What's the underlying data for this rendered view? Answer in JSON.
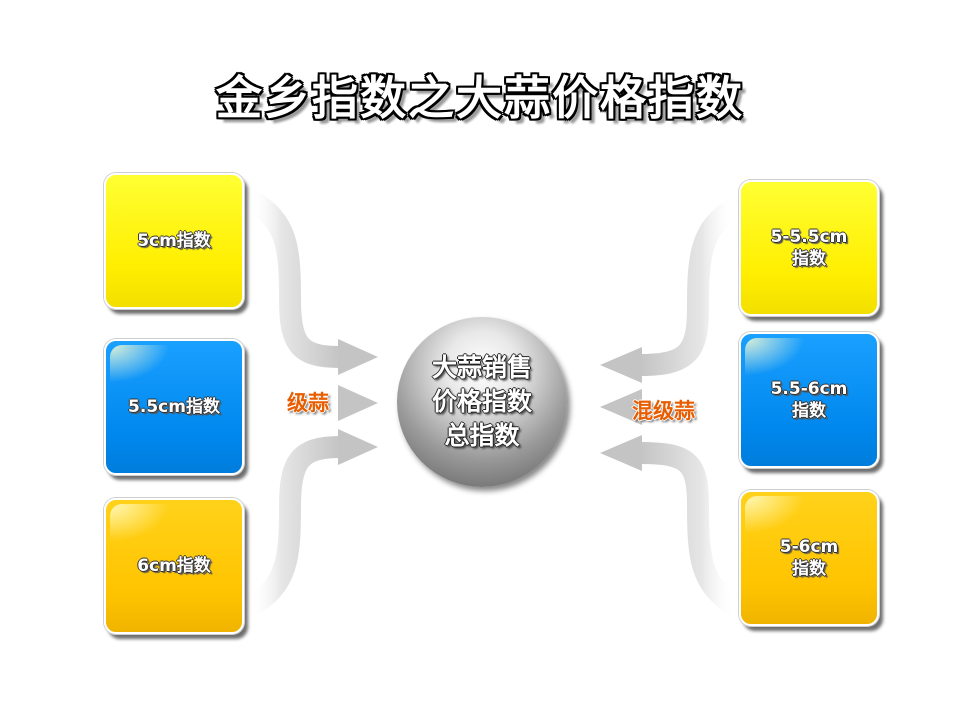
{
  "title": "金乡指数之大蒜价格指数",
  "center": {
    "label": "大蒜销售\n价格指数\n总指数"
  },
  "left_boxes": [
    {
      "label": "5cm指数",
      "color": "#ffee00"
    },
    {
      "label": "5.5cm指数",
      "color": "#0088ee"
    },
    {
      "label": "6cm指数",
      "color": "#ffc400"
    }
  ],
  "right_boxes": [
    {
      "label": "5-5.5cm\n指数",
      "color": "#ffee00"
    },
    {
      "label": "5.5-6cm\n指数",
      "color": "#0088ee"
    },
    {
      "label": "5-6cm\n指数",
      "color": "#ffc400"
    }
  ],
  "left_group_label": "级蒜",
  "right_group_label": "混级蒜",
  "accent_color": "#e85d00"
}
